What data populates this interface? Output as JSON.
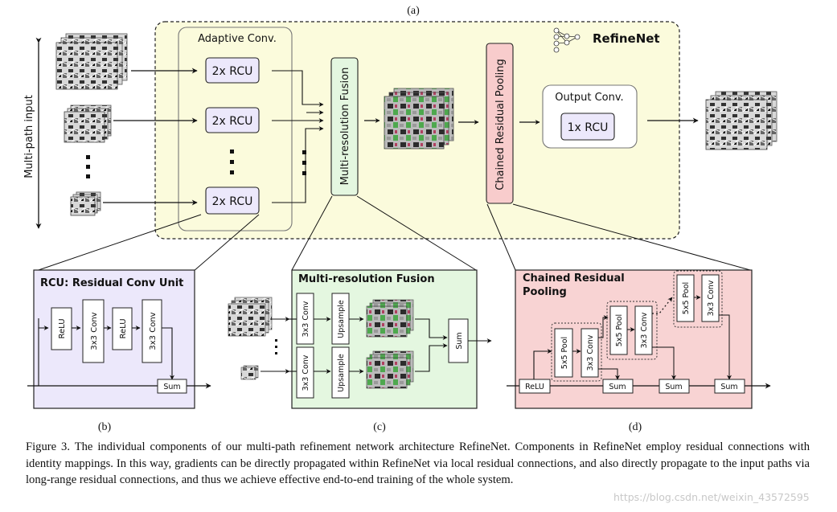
{
  "panel_a": {
    "label": "(a)",
    "title": "RefineNet",
    "input_axis_label": "Multi-path input",
    "adaptive_conv_title": "Adaptive Conv.",
    "rcu_blocks": [
      "2x RCU",
      "2x RCU",
      "2x RCU"
    ],
    "fusion_label": "Multi-resolution Fusion",
    "crp_label": "Chained Residual Pooling",
    "output_conv_title": "Output Conv.",
    "output_rcu": "1x RCU"
  },
  "panel_b": {
    "label": "(b)",
    "title": "RCU: Residual Conv Unit",
    "blocks": [
      "ReLU",
      "3x3 Conv",
      "ReLU",
      "3x3 Conv"
    ],
    "sum": "Sum"
  },
  "panel_c": {
    "label": "(c)",
    "title": "Multi-resolution Fusion",
    "conv_blocks": [
      "3x3 Conv",
      "3x3 Conv"
    ],
    "upsample_blocks": [
      "Upsample",
      "Upsample"
    ],
    "sum": "Sum"
  },
  "panel_d": {
    "label": "(d)",
    "title_line1": "Chained Residual",
    "title_line2": "Pooling",
    "relu": "ReLU",
    "pool_blocks": [
      "5x5 Pool",
      "5x5 Pool",
      "5x5 Pool"
    ],
    "conv_blocks": [
      "3x3 Conv",
      "3x3 Conv",
      "3x3 Conv"
    ],
    "sums": [
      "Sum",
      "Sum",
      "Sum"
    ]
  },
  "colors": {
    "refinenet_bg": "#fbfbdc",
    "rcu_fill": "#ece8fb",
    "fusion_fill": "#e4f7e0",
    "crp_fill": "#f8cccc",
    "panel_b_bg": "#ece8fb",
    "panel_c_bg": "#e4f7e0",
    "panel_d_bg": "#f8d3d3"
  },
  "caption": "Figure 3. The individual components of our multi-path refinement network architecture RefineNet. Components in RefineNet employ residual connections with identity mappings. In this way, gradients can be directly propagated within RefineNet via local residual connections, and also directly propagate to the input paths via long-range residual connections, and thus we achieve effective end-to-end training of the whole system.",
  "watermark": "https://blog.csdn.net/weixin_43572595"
}
